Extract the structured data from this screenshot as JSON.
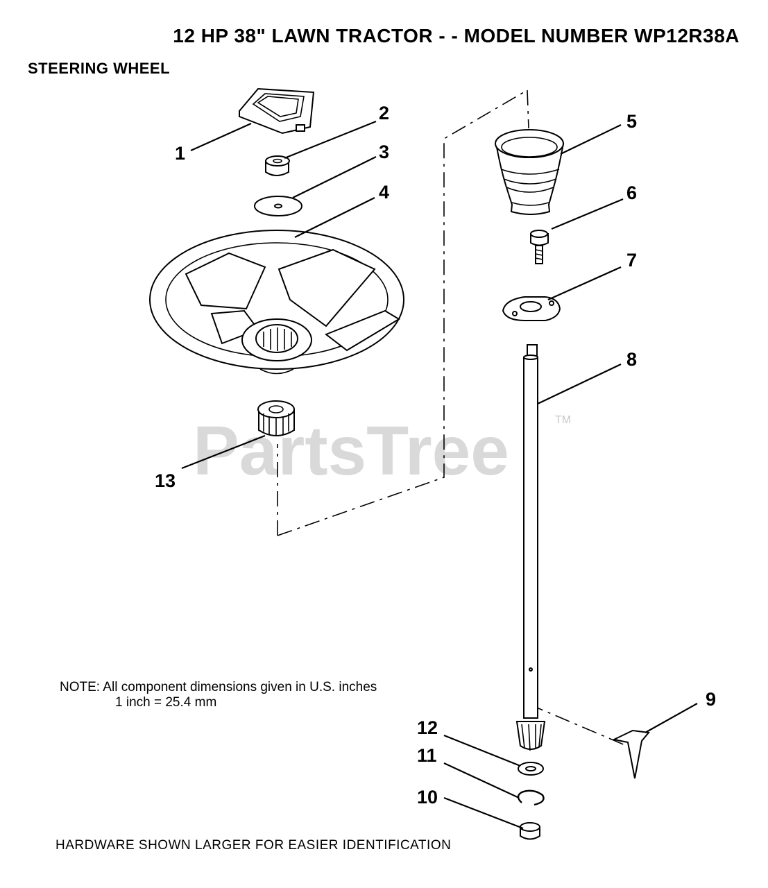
{
  "header": {
    "title": "12 HP 38\" LAWN TRACTOR - - MODEL NUMBER WP12R38A",
    "subtitle": "STEERING WHEEL"
  },
  "watermark": {
    "text": "PartsTree",
    "trademark": "TM"
  },
  "callouts": {
    "c1": "1",
    "c2": "2",
    "c3": "3",
    "c4": "4",
    "c5": "5",
    "c6": "6",
    "c7": "7",
    "c8": "8",
    "c9": "9",
    "c10": "10",
    "c11": "11",
    "c12": "12",
    "c13": "13"
  },
  "note": {
    "label": "NOTE:",
    "line1": "All component dimensions given in U.S. inches",
    "line2": "1 inch = 25.4 mm"
  },
  "footer": {
    "text": "HARDWARE SHOWN LARGER FOR EASIER IDENTIFICATION"
  }
}
